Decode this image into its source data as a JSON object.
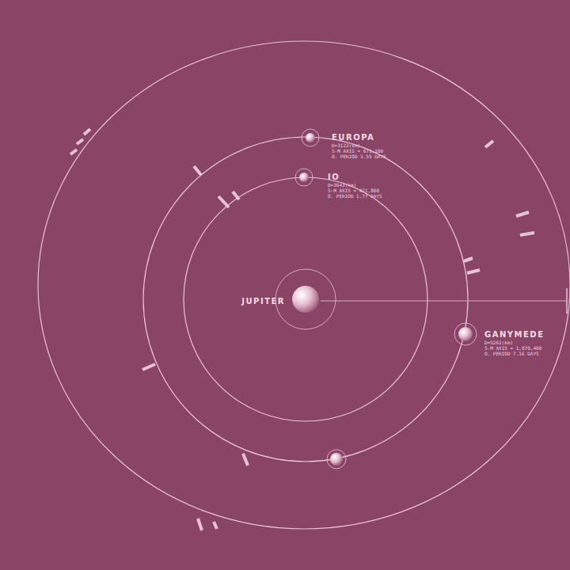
{
  "diagram": {
    "nodes": [
      {
        "text": [
          "JUPITER"
        ]
      },
      {
        "text": [
          "EUROPA",
          "D=3122(km)",
          "S-M AXIS = 671,100",
          "O. PERIOD 3.55 DAYS"
        ]
      },
      {
        "text": [
          "IO",
          "D=3643(km)",
          "S-M AXIS = 421,800",
          "O. PERIOD 1.77 DAYS"
        ]
      },
      {
        "text": [
          "GANYMEDE",
          "D=5262(km)",
          "S-M AXIS = 1,070,400",
          "O. PERIOD 7.16 DAYS"
        ]
      }
    ]
  }
}
